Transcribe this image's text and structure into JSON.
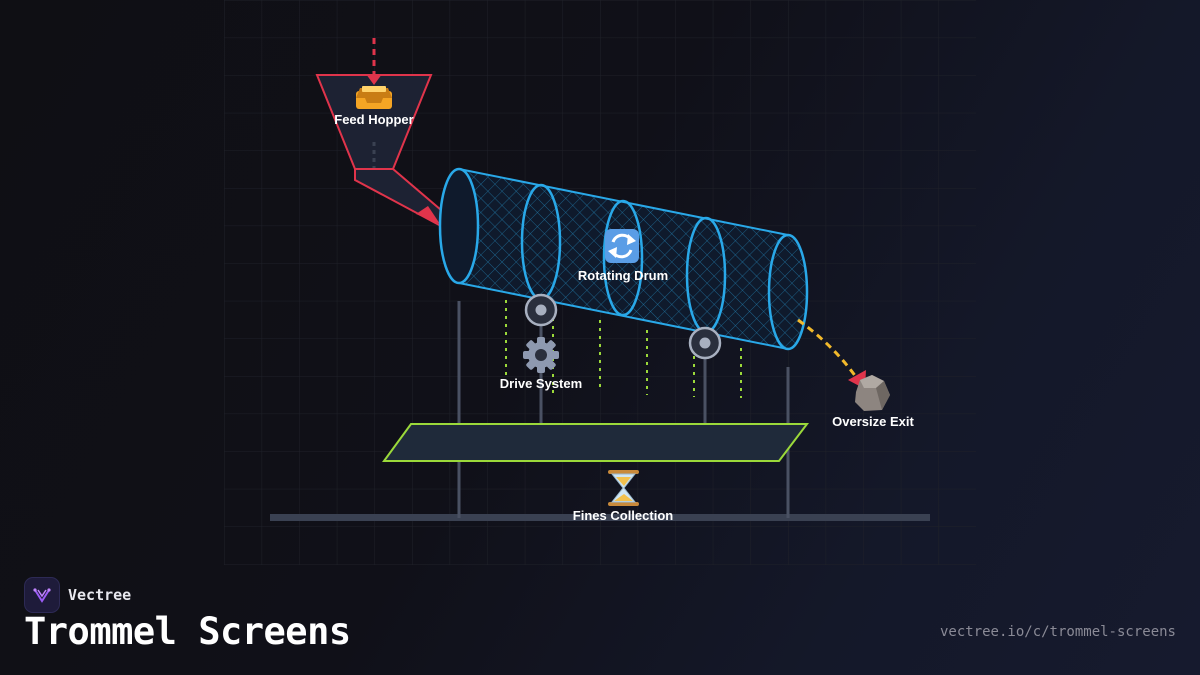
{
  "labels": {
    "feed_hopper": "Feed Hopper",
    "rotating_drum": "Rotating Drum",
    "drive_system": "Drive System",
    "oversize_exit": "Oversize Exit",
    "fines_collection": "Fines Collection"
  },
  "icons": {
    "feed_hopper": "inbox-tray-icon",
    "rotating_drum": "rotate-arrows-icon",
    "drive_system": "gear-icon",
    "oversize_exit": "rock-icon",
    "fines_collection": "hourglass-icon"
  },
  "colors": {
    "hopper": "#e0344b",
    "drum": "#29a8e8",
    "fines": "#9bd93a",
    "oversize": "#f2b92b",
    "frame": "#4a5163"
  },
  "brand": {
    "name": "Vectree",
    "title": "Trommel Screens",
    "url": "vectree.io/c/trommel-screens"
  }
}
